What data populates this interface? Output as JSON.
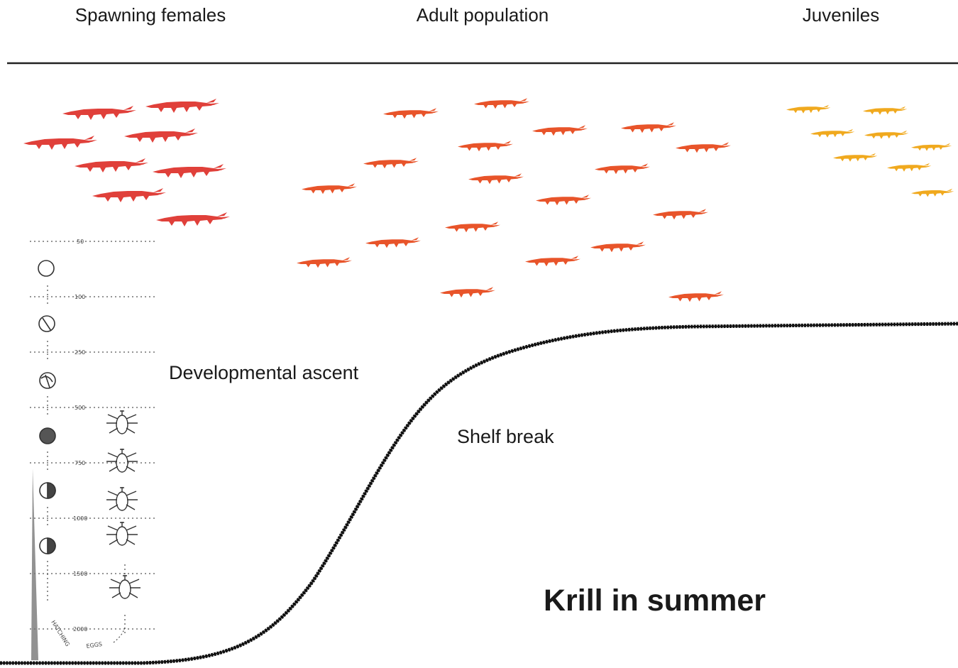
{
  "headers": {
    "spawning_females": "Spawning females",
    "adult_population": "Adult population",
    "juveniles": "Juveniles"
  },
  "labels": {
    "developmental_ascent": "Developmental ascent",
    "shelf_break": "Shelf break",
    "title": "Krill in summer"
  },
  "depth_scale": {
    "ticks": [
      "50",
      "100",
      "250",
      "500",
      "750",
      "1000",
      "1500",
      "2000"
    ],
    "caption_hatching": "HATCHING",
    "caption_eggs": "EGGS"
  },
  "colors": {
    "spawning_females": "#e0403a",
    "adult_population": "#e8542a",
    "juveniles": "#f0a91e",
    "seafloor": "#111111"
  },
  "icons": {
    "krill": "krill-silhouette-icon",
    "egg": "egg-stage-icon",
    "larva": "larva-icon"
  }
}
